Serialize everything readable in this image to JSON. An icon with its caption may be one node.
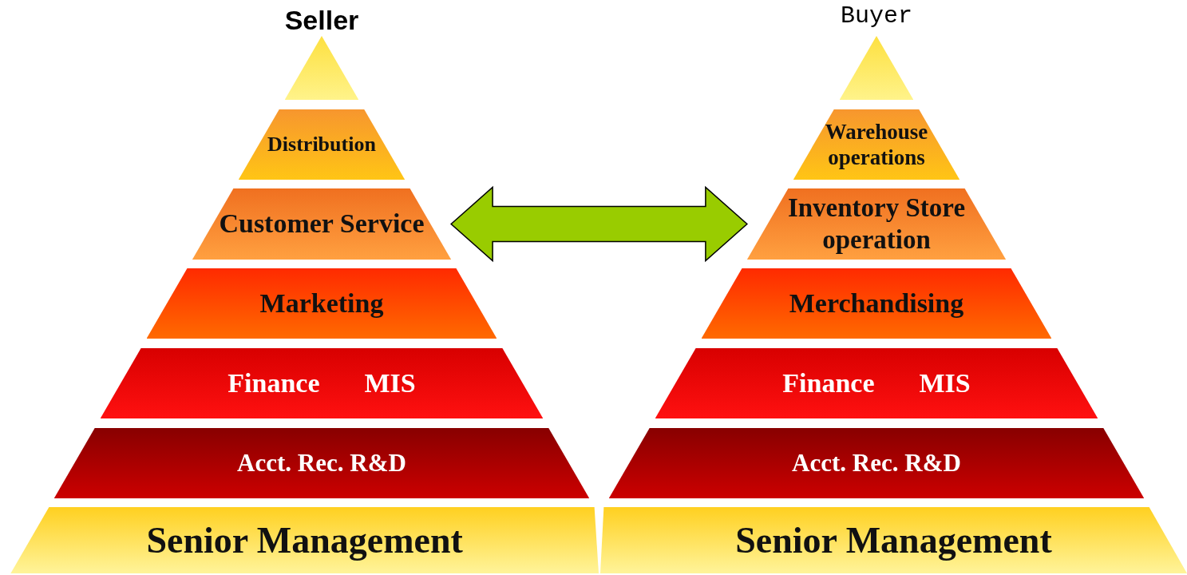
{
  "diagram": {
    "nodes": [
      {
        "text": [
          "Seller"
        ]
      },
      {
        "text": [
          "Distribution"
        ]
      },
      {
        "text": [
          "Customer Service"
        ]
      },
      {
        "text": [
          "Marketing"
        ]
      },
      {
        "text": [
          "Finance",
          "MIS"
        ]
      },
      {
        "text": [
          "Acct. Rec. R&D"
        ]
      },
      {
        "text": [
          "Senior Management"
        ]
      },
      {
        "text": [
          "Buyer"
        ]
      },
      {
        "text": [
          "Warehouse operations"
        ]
      },
      {
        "text": [
          "Inventory Store operation"
        ]
      },
      {
        "text": [
          "Merchandising"
        ]
      },
      {
        "text": [
          "Finance",
          "MIS"
        ]
      },
      {
        "text": [
          "Acct. Rec. R&D"
        ]
      },
      {
        "text": [
          "Senior Management"
        ]
      }
    ],
    "edges": [
      {
        "from": 2,
        "to": 9,
        "arrow": "both"
      }
    ]
  }
}
